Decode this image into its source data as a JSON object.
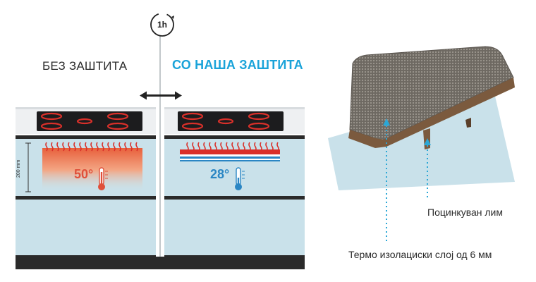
{
  "header": {
    "timer_label": "1h",
    "left_label": "БЕЗ ЗАШТИТА",
    "right_label": "СО НАША ЗАШТИТА"
  },
  "comparison": {
    "dimension_label": "200 mm",
    "left_temperature": "50°",
    "right_temperature": "28°"
  },
  "detail": {
    "sheet_label": "Поцинкуван лим",
    "insulation_label": "Термо изолациски слој од 6 мм"
  },
  "colors": {
    "accent_blue": "#1aa3d9",
    "hot_red": "#e0503a",
    "cool_blue": "#2a86c4",
    "cabinet_bg": "#c9e1ea"
  }
}
